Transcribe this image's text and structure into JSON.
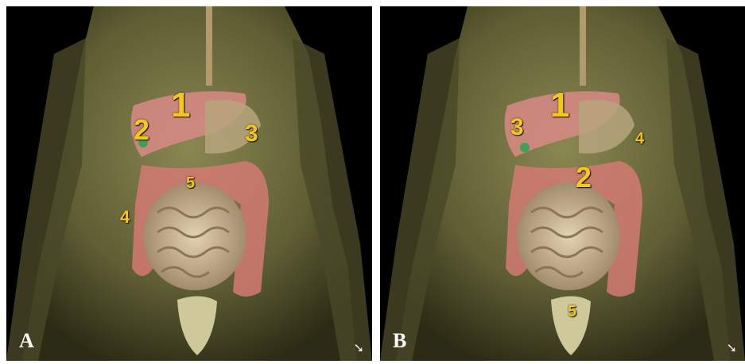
{
  "panels": [
    {
      "letter": "A",
      "labels": [
        "1",
        "2",
        "3",
        "4",
        "5"
      ]
    },
    {
      "letter": "B",
      "labels": [
        "1",
        "2",
        "3",
        "4",
        "5"
      ]
    }
  ],
  "colors": {
    "background": "#000000",
    "skin": "#6b6a3c",
    "liver": "#d98a86",
    "colon": "#d47a72",
    "small_intestine": "#c9b28e",
    "label": "#f2c81e",
    "gallbladder": "#3fa05a"
  },
  "icons": [
    "mouse-cursor-icon"
  ]
}
